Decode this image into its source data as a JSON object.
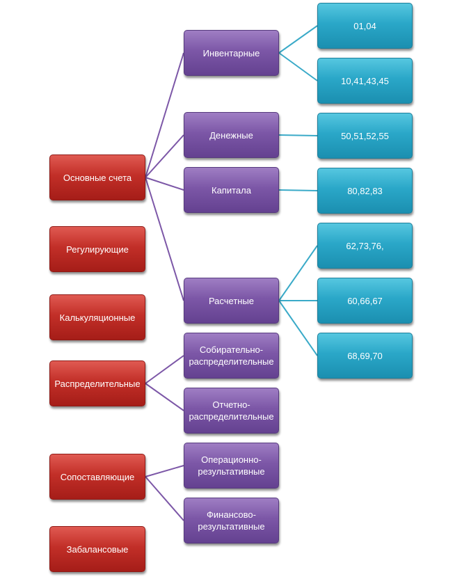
{
  "colors": {
    "level1": "#c22f28",
    "level2": "#7c57a7",
    "level3": "#2aa7c8",
    "line_level1": "#7c57a7",
    "line_level2": "#3aaac8"
  },
  "level1": [
    {
      "label": "Основные счета"
    },
    {
      "label": "Регулирующие"
    },
    {
      "label": "Калькуляционные"
    },
    {
      "label": "Распределительные"
    },
    {
      "label": "Сопоставляющие"
    },
    {
      "label": "Забалансовые"
    }
  ],
  "level2": [
    {
      "label": "Инвентарные"
    },
    {
      "label": "Денежные"
    },
    {
      "label": "Капитала"
    },
    {
      "label": "Расчетные"
    },
    {
      "label": "Собирательно-\nраспределительные"
    },
    {
      "label": "Отчетно-\nраспределительные"
    },
    {
      "label": "Операционно-\nрезультативные"
    },
    {
      "label": "Финансово-\nрезультативные"
    }
  ],
  "level3": [
    {
      "label": "01,04"
    },
    {
      "label": "10,41,43,45"
    },
    {
      "label": "50,51,52,55"
    },
    {
      "label": "80,82,83"
    },
    {
      "label": "62,73,76,"
    },
    {
      "label": "60,66,67"
    },
    {
      "label": "68,69,70"
    }
  ],
  "links": [
    {
      "from": "r1",
      "to": "p1"
    },
    {
      "from": "r1",
      "to": "p2"
    },
    {
      "from": "r1",
      "to": "p3"
    },
    {
      "from": "r1",
      "to": "p4"
    },
    {
      "from": "r4",
      "to": "p5"
    },
    {
      "from": "r4",
      "to": "p6"
    },
    {
      "from": "r5",
      "to": "p7"
    },
    {
      "from": "r5",
      "to": "p8"
    },
    {
      "from": "p1",
      "to": "t1"
    },
    {
      "from": "p1",
      "to": "t2"
    },
    {
      "from": "p2",
      "to": "t3"
    },
    {
      "from": "p3",
      "to": "t4"
    },
    {
      "from": "p4",
      "to": "t5"
    },
    {
      "from": "p4",
      "to": "t6"
    },
    {
      "from": "p4",
      "to": "t7"
    }
  ]
}
